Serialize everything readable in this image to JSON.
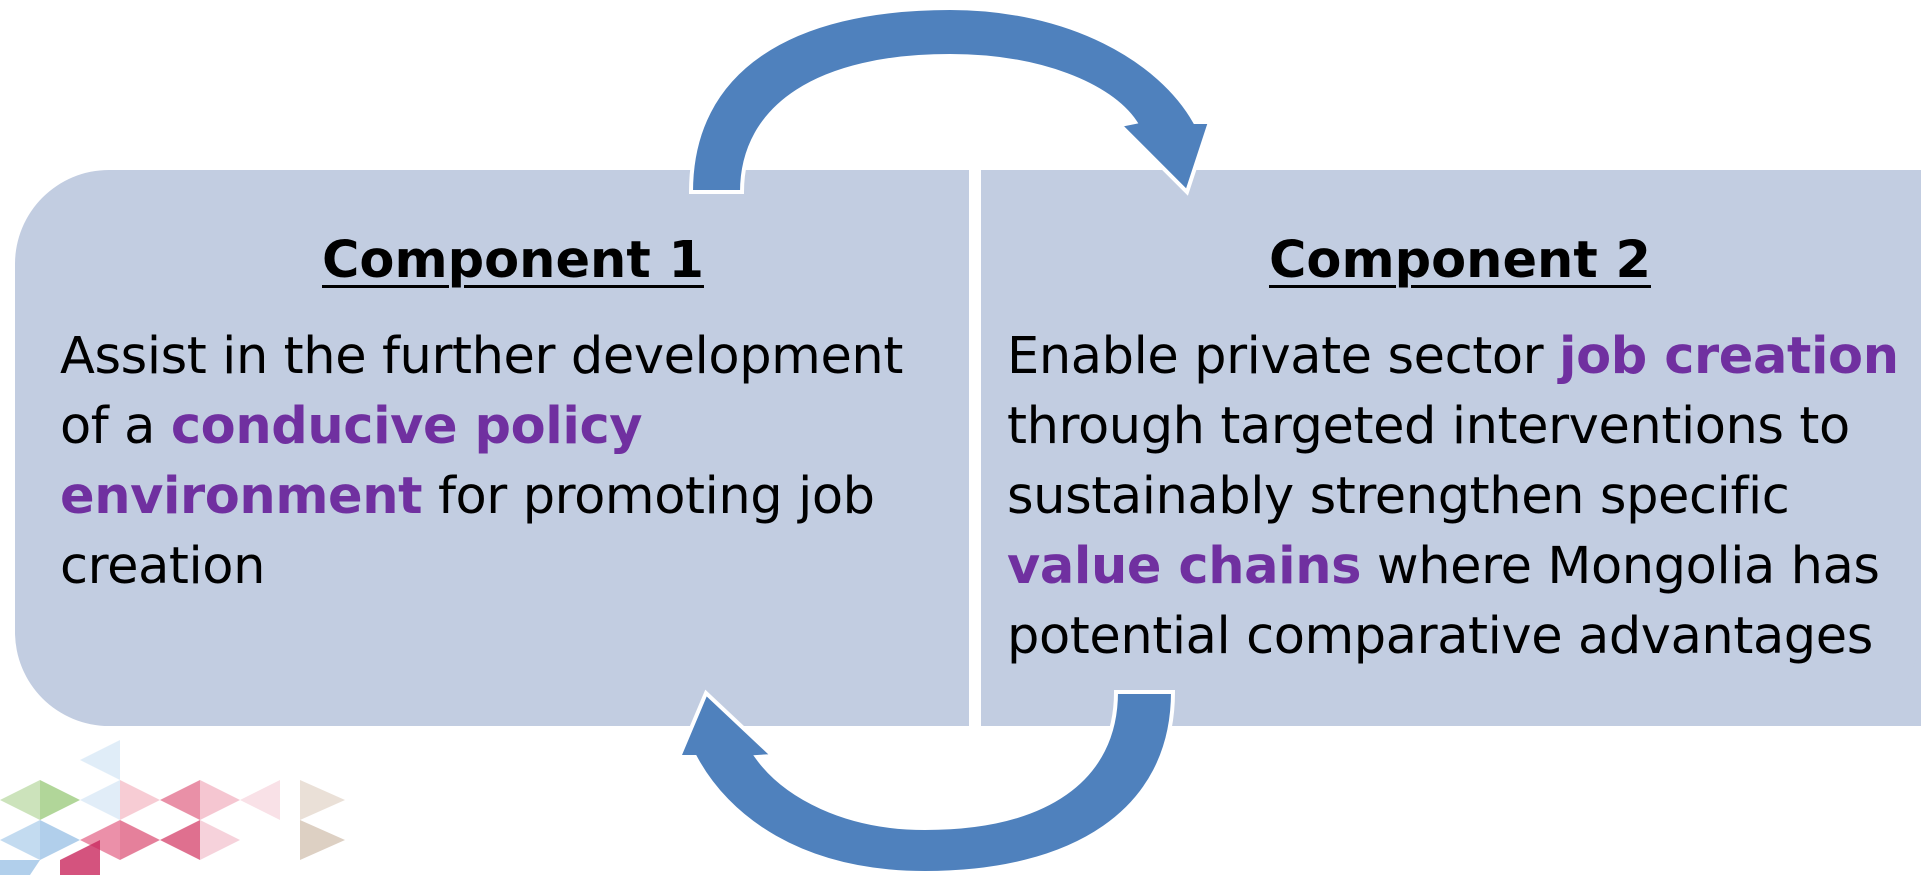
{
  "component1": {
    "heading": "Component 1",
    "line1": "Assist in the further development",
    "line2_pre": "of a ",
    "line2_highlight": "conducive policy",
    "line3_highlight": "environment",
    "line3_post": " for promoting job",
    "line4": "creation"
  },
  "component2": {
    "heading": "Component 2",
    "line1_pre": "Enable private sector ",
    "line1_highlight": "job creation",
    "line2": "through targeted interventions to",
    "line3": "sustainably strengthen specific",
    "line4_highlight": "value chains",
    "line4_post": " where Mongolia has",
    "line5": "potential comparative advantages"
  },
  "colors": {
    "panel": "#c2cde1",
    "arrow": "#4f81bd",
    "highlight": "#7030a0"
  },
  "icons": {
    "top_arrow": "curved-arrow-clockwise-icon",
    "bottom_arrow": "curved-arrow-counterclockwise-icon",
    "decoration": "triangle-mosaic-decoration"
  }
}
